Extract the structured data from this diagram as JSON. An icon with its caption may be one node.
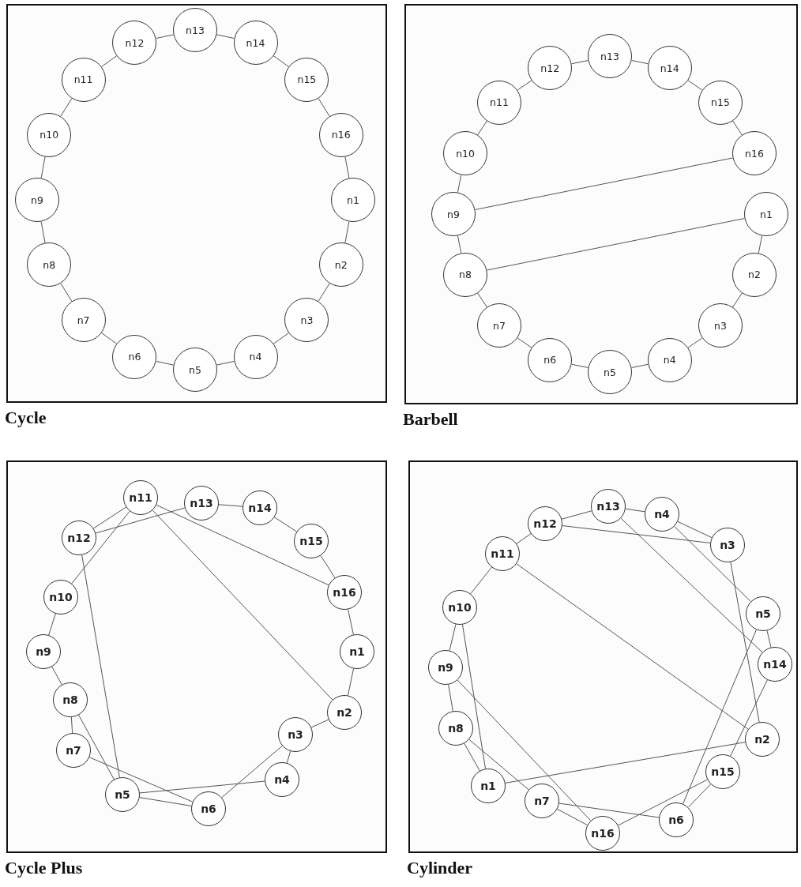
{
  "diagram": {
    "nodes": [
      {
        "text": [
          "Cycle"
        ]
      },
      {
        "text": [
          "n1"
        ],
        "in": 0
      },
      {
        "text": [
          "n2"
        ],
        "in": 0
      },
      {
        "text": [
          "n3"
        ],
        "in": 0
      },
      {
        "text": [
          "n4"
        ],
        "in": 0
      },
      {
        "text": [
          "n5"
        ],
        "in": 0
      },
      {
        "text": [
          "n6"
        ],
        "in": 0
      },
      {
        "text": [
          "n7"
        ],
        "in": 0
      },
      {
        "text": [
          "n8"
        ],
        "in": 0
      },
      {
        "text": [
          "n9"
        ],
        "in": 0
      },
      {
        "text": [
          "n10"
        ],
        "in": 0
      },
      {
        "text": [
          "n11"
        ],
        "in": 0
      },
      {
        "text": [
          "n12"
        ],
        "in": 0
      },
      {
        "text": [
          "n13"
        ],
        "in": 0
      },
      {
        "text": [
          "n14"
        ],
        "in": 0
      },
      {
        "text": [
          "n15"
        ],
        "in": 0
      },
      {
        "text": [
          "n16"
        ],
        "in": 0
      },
      {
        "text": [
          "Barbell"
        ]
      },
      {
        "text": [
          "n1"
        ],
        "in": 17
      },
      {
        "text": [
          "n2"
        ],
        "in": 17
      },
      {
        "text": [
          "n3"
        ],
        "in": 17
      },
      {
        "text": [
          "n4"
        ],
        "in": 17
      },
      {
        "text": [
          "n5"
        ],
        "in": 17
      },
      {
        "text": [
          "n6"
        ],
        "in": 17
      },
      {
        "text": [
          "n7"
        ],
        "in": 17
      },
      {
        "text": [
          "n8"
        ],
        "in": 17
      },
      {
        "text": [
          "n9"
        ],
        "in": 17
      },
      {
        "text": [
          "n10"
        ],
        "in": 17
      },
      {
        "text": [
          "n11"
        ],
        "in": 17
      },
      {
        "text": [
          "n12"
        ],
        "in": 17
      },
      {
        "text": [
          "n13"
        ],
        "in": 17
      },
      {
        "text": [
          "n14"
        ],
        "in": 17
      },
      {
        "text": [
          "n15"
        ],
        "in": 17
      },
      {
        "text": [
          "n16"
        ],
        "in": 17
      },
      {
        "text": [
          "Cycle Plus"
        ]
      },
      {
        "text": [
          "n1"
        ],
        "in": 34
      },
      {
        "text": [
          "n2"
        ],
        "in": 34
      },
      {
        "text": [
          "n3"
        ],
        "in": 34
      },
      {
        "text": [
          "n4"
        ],
        "in": 34
      },
      {
        "text": [
          "n5"
        ],
        "in": 34
      },
      {
        "text": [
          "n6"
        ],
        "in": 34
      },
      {
        "text": [
          "n7"
        ],
        "in": 34
      },
      {
        "text": [
          "n8"
        ],
        "in": 34
      },
      {
        "text": [
          "n9"
        ],
        "in": 34
      },
      {
        "text": [
          "n10"
        ],
        "in": 34
      },
      {
        "text": [
          "n11"
        ],
        "in": 34
      },
      {
        "text": [
          "n12"
        ],
        "in": 34
      },
      {
        "text": [
          "n13"
        ],
        "in": 34
      },
      {
        "text": [
          "n14"
        ],
        "in": 34
      },
      {
        "text": [
          "n15"
        ],
        "in": 34
      },
      {
        "text": [
          "n16"
        ],
        "in": 34
      },
      {
        "text": [
          "Cylinder"
        ]
      },
      {
        "text": [
          "n1"
        ],
        "in": 51
      },
      {
        "text": [
          "n2"
        ],
        "in": 51
      },
      {
        "text": [
          "n3"
        ],
        "in": 51
      },
      {
        "text": [
          "n4"
        ],
        "in": 51
      },
      {
        "text": [
          "n5"
        ],
        "in": 51
      },
      {
        "text": [
          "n6"
        ],
        "in": 51
      },
      {
        "text": [
          "n7"
        ],
        "in": 51
      },
      {
        "text": [
          "n8"
        ],
        "in": 51
      },
      {
        "text": [
          "n9"
        ],
        "in": 51
      },
      {
        "text": [
          "n10"
        ],
        "in": 51
      },
      {
        "text": [
          "n11"
        ],
        "in": 51
      },
      {
        "text": [
          "n12"
        ],
        "in": 51
      },
      {
        "text": [
          "n13"
        ],
        "in": 51
      },
      {
        "text": [
          "n14"
        ],
        "in": 51
      },
      {
        "text": [
          "n15"
        ],
        "in": 51
      },
      {
        "text": [
          "n16"
        ],
        "in": 51
      }
    ],
    "edges": [
      {
        "from": 1,
        "to": 2,
        "arrow": "none"
      },
      {
        "from": 2,
        "to": 3,
        "arrow": "none"
      },
      {
        "from": 3,
        "to": 4,
        "arrow": "none"
      },
      {
        "from": 4,
        "to": 5,
        "arrow": "none"
      },
      {
        "from": 5,
        "to": 6,
        "arrow": "none"
      },
      {
        "from": 6,
        "to": 7,
        "arrow": "none"
      },
      {
        "from": 7,
        "to": 8,
        "arrow": "none"
      },
      {
        "from": 8,
        "to": 9,
        "arrow": "none"
      },
      {
        "from": 9,
        "to": 10,
        "arrow": "none"
      },
      {
        "from": 10,
        "to": 11,
        "arrow": "none"
      },
      {
        "from": 11,
        "to": 12,
        "arrow": "none"
      },
      {
        "from": 12,
        "to": 13,
        "arrow": "none"
      },
      {
        "from": 13,
        "to": 14,
        "arrow": "none"
      },
      {
        "from": 14,
        "to": 15,
        "arrow": "none"
      },
      {
        "from": 15,
        "to": 16,
        "arrow": "none"
      },
      {
        "from": 16,
        "to": 1,
        "arrow": "none"
      },
      {
        "from": 18,
        "to": 19,
        "arrow": "none"
      },
      {
        "from": 19,
        "to": 20,
        "arrow": "none"
      },
      {
        "from": 20,
        "to": 21,
        "arrow": "none"
      },
      {
        "from": 21,
        "to": 22,
        "arrow": "none"
      },
      {
        "from": 22,
        "to": 23,
        "arrow": "none"
      },
      {
        "from": 23,
        "to": 24,
        "arrow": "none"
      },
      {
        "from": 24,
        "to": 25,
        "arrow": "none"
      },
      {
        "from": 25,
        "to": 26,
        "arrow": "none"
      },
      {
        "from": 26,
        "to": 27,
        "arrow": "none"
      },
      {
        "from": 27,
        "to": 28,
        "arrow": "none"
      },
      {
        "from": 28,
        "to": 29,
        "arrow": "none"
      },
      {
        "from": 29,
        "to": 30,
        "arrow": "none"
      },
      {
        "from": 30,
        "to": 31,
        "arrow": "none"
      },
      {
        "from": 31,
        "to": 32,
        "arrow": "none"
      },
      {
        "from": 32,
        "to": 33,
        "arrow": "none"
      },
      {
        "from": 26,
        "to": 33,
        "arrow": "none"
      },
      {
        "from": 25,
        "to": 18,
        "arrow": "none"
      },
      {
        "from": 45,
        "to": 46,
        "arrow": "none"
      },
      {
        "from": 46,
        "to": 47,
        "arrow": "none"
      },
      {
        "from": 47,
        "to": 48,
        "arrow": "none"
      },
      {
        "from": 48,
        "to": 49,
        "arrow": "none"
      },
      {
        "from": 49,
        "to": 50,
        "arrow": "none"
      },
      {
        "from": 50,
        "to": 35,
        "arrow": "none"
      },
      {
        "from": 35,
        "to": 36,
        "arrow": "none"
      },
      {
        "from": 36,
        "to": 37,
        "arrow": "none"
      },
      {
        "from": 37,
        "to": 38,
        "arrow": "none"
      },
      {
        "from": 44,
        "to": 43,
        "arrow": "none"
      },
      {
        "from": 43,
        "to": 42,
        "arrow": "none"
      },
      {
        "from": 42,
        "to": 41,
        "arrow": "none"
      },
      {
        "from": 44,
        "to": 45,
        "arrow": "none"
      },
      {
        "from": 45,
        "to": 50,
        "arrow": "none"
      },
      {
        "from": 45,
        "to": 36,
        "arrow": "none"
      },
      {
        "from": 46,
        "to": 39,
        "arrow": "none"
      },
      {
        "from": 42,
        "to": 39,
        "arrow": "none"
      },
      {
        "from": 41,
        "to": 40,
        "arrow": "none"
      },
      {
        "from": 39,
        "to": 38,
        "arrow": "none"
      },
      {
        "from": 39,
        "to": 40,
        "arrow": "none"
      },
      {
        "from": 37,
        "to": 40,
        "arrow": "none"
      },
      {
        "from": 63,
        "to": 64,
        "arrow": "none"
      },
      {
        "from": 64,
        "to": 55,
        "arrow": "none"
      },
      {
        "from": 55,
        "to": 54,
        "arrow": "none"
      },
      {
        "from": 63,
        "to": 54,
        "arrow": "none"
      },
      {
        "from": 62,
        "to": 63,
        "arrow": "none"
      },
      {
        "from": 61,
        "to": 62,
        "arrow": "none"
      },
      {
        "from": 62,
        "to": 53,
        "arrow": "none"
      },
      {
        "from": 64,
        "to": 65,
        "arrow": "none"
      },
      {
        "from": 55,
        "to": 56,
        "arrow": "none"
      },
      {
        "from": 54,
        "to": 53,
        "arrow": "none"
      },
      {
        "from": 56,
        "to": 65,
        "arrow": "none"
      },
      {
        "from": 56,
        "to": 57,
        "arrow": "none"
      },
      {
        "from": 65,
        "to": 66,
        "arrow": "none"
      },
      {
        "from": 66,
        "to": 57,
        "arrow": "none"
      },
      {
        "from": 53,
        "to": 52,
        "arrow": "none"
      },
      {
        "from": 61,
        "to": 60,
        "arrow": "none"
      },
      {
        "from": 61,
        "to": 52,
        "arrow": "none"
      },
      {
        "from": 60,
        "to": 59,
        "arrow": "none"
      },
      {
        "from": 60,
        "to": 67,
        "arrow": "none"
      },
      {
        "from": 59,
        "to": 52,
        "arrow": "none"
      },
      {
        "from": 59,
        "to": 58,
        "arrow": "none"
      },
      {
        "from": 58,
        "to": 67,
        "arrow": "none"
      },
      {
        "from": 58,
        "to": 57,
        "arrow": "none"
      },
      {
        "from": 67,
        "to": 66,
        "arrow": "none"
      }
    ]
  }
}
